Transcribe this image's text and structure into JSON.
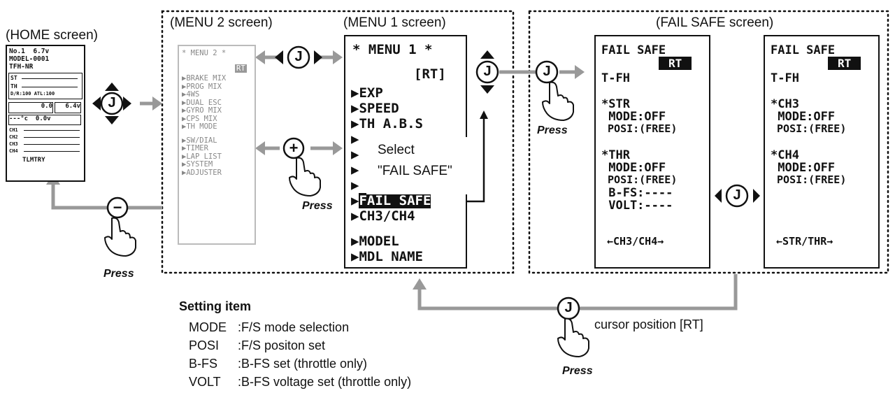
{
  "headings": {
    "home": "(HOME screen)",
    "menu2": "(MENU 2 screen)",
    "menu1": "(MENU 1 screen)",
    "failsafe": "(FAIL SAFE screen)"
  },
  "home_lcd": {
    "lines": [
      "No.1  6.7v",
      "MODEL-0001",
      "TFH-NR",
      "ST",
      "TH",
      "D/R:100 ATL:100",
      "0.0",
      "6.4v",
      "---°c  0.0v",
      "CH1",
      "CH2",
      "CH3",
      "CH4",
      "TLMTRY"
    ]
  },
  "menu2_lcd": {
    "title": "* MENU 2 *",
    "tag": "RT",
    "items": [
      "BRAKE MIX",
      "PROG MIX",
      "4WS",
      "DUAL ESC",
      "GYRO MIX",
      "CPS MIX",
      "TH MODE",
      "SW/DIAL",
      "TIMER",
      "LAP LIST",
      "SYSTEM",
      "ADJUSTER"
    ]
  },
  "menu1_lcd": {
    "title": "* MENU 1 *",
    "tag": "[RT]",
    "items": [
      "EXP",
      "SPEED",
      "TH A.B.S"
    ],
    "selected": "FAIL SAFE",
    "after": [
      "CH3/CH4",
      "MODEL",
      "MDL NAME"
    ]
  },
  "callout": {
    "line1": "Select",
    "line2": "\"FAIL SAFE\""
  },
  "fs_left": {
    "title": "FAIL SAFE",
    "tag": "RT",
    "model": "T-FH",
    "sec1": "*STR",
    "sec1_mode": " MODE:OFF",
    "sec1_posi": " POSI:(FREE)",
    "sec2": "*THR",
    "sec2_mode": " MODE:OFF",
    "sec2_posi": " POSI:(FREE)",
    "sec2_bfs": " B-FS:----",
    "sec2_volt": " VOLT:----",
    "footer": "←CH3/CH4→"
  },
  "fs_right": {
    "title": "FAIL SAFE",
    "tag": "RT",
    "model": "T-FH",
    "sec1": "*CH3",
    "sec1_mode": " MODE:OFF",
    "sec1_posi": " POSI:(FREE)",
    "sec2": "*CH4",
    "sec2_mode": " MODE:OFF",
    "sec2_posi": " POSI:(FREE)",
    "footer": "←STR/THR→"
  },
  "buttons": {
    "j": "J",
    "plus": "+",
    "minus": "−"
  },
  "press": "Press",
  "cursor_note": "cursor position [RT]",
  "legend": {
    "title": "Setting item",
    "rows": [
      {
        "key": "MODE",
        "desc": ":F/S mode selection"
      },
      {
        "key": "POSI",
        "desc": ":F/S positon set"
      },
      {
        "key": "B-FS",
        "desc": ":B-FS set (throttle only)"
      },
      {
        "key": "VOLT",
        "desc": ":B-FS voltage set (throttle only)"
      }
    ]
  },
  "colors": {
    "arrow": "#999999",
    "ink": "#111111",
    "dim": "#888888"
  }
}
